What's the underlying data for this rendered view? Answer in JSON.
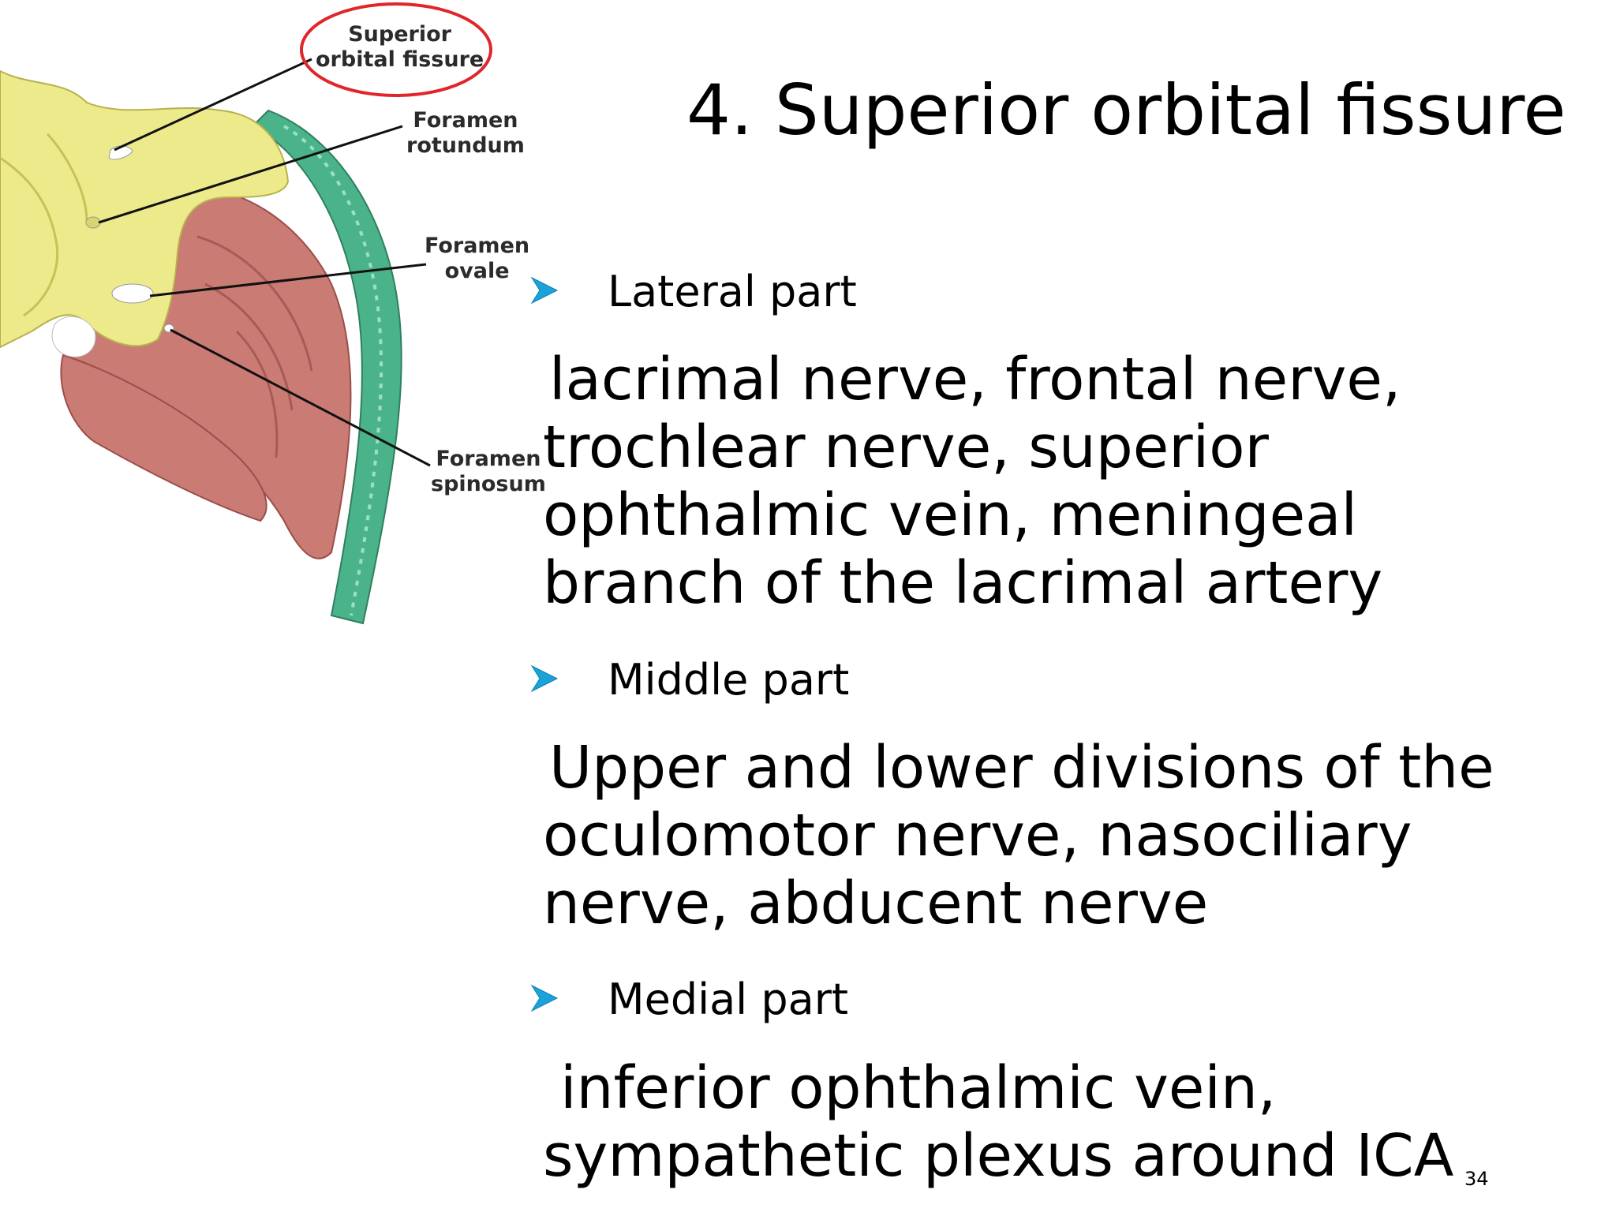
{
  "figure": {
    "labels": {
      "superior_orbital_fissure": [
        "Superior",
        "orbital fissure"
      ],
      "foramen_rotundum": [
        "Foramen",
        "rotundum"
      ],
      "foramen_ovale": [
        "Foramen",
        "ovale"
      ],
      "foramen_spinosum": [
        "Foramen",
        "spinosum"
      ]
    },
    "colors": {
      "bone": "#ecea8a",
      "muscle": "#c97b74",
      "dura": "#4bb38a",
      "highlight_circle": "#e0262b"
    }
  },
  "title": "4. Superior orbital fissure",
  "sections": [
    {
      "heading": "Lateral part",
      "body_lines": [
        "lacrimal nerve, frontal nerve,",
        "trochlear nerve,    superior",
        "ophthalmic vein, meningeal",
        "branch of the lacrimal artery"
      ]
    },
    {
      "heading": "Middle part",
      "body_lines": [
        "Upper and lower divisions of the",
        "oculomotor nerve, nasociliary",
        "nerve, abducent nerve"
      ]
    },
    {
      "heading": "Medial part",
      "body_lines": [
        "inferior ophthalmic vein,",
        "sympathetic plexus around ICA"
      ]
    }
  ],
  "bullet_color": "#1aa3d9",
  "page_number": "34"
}
